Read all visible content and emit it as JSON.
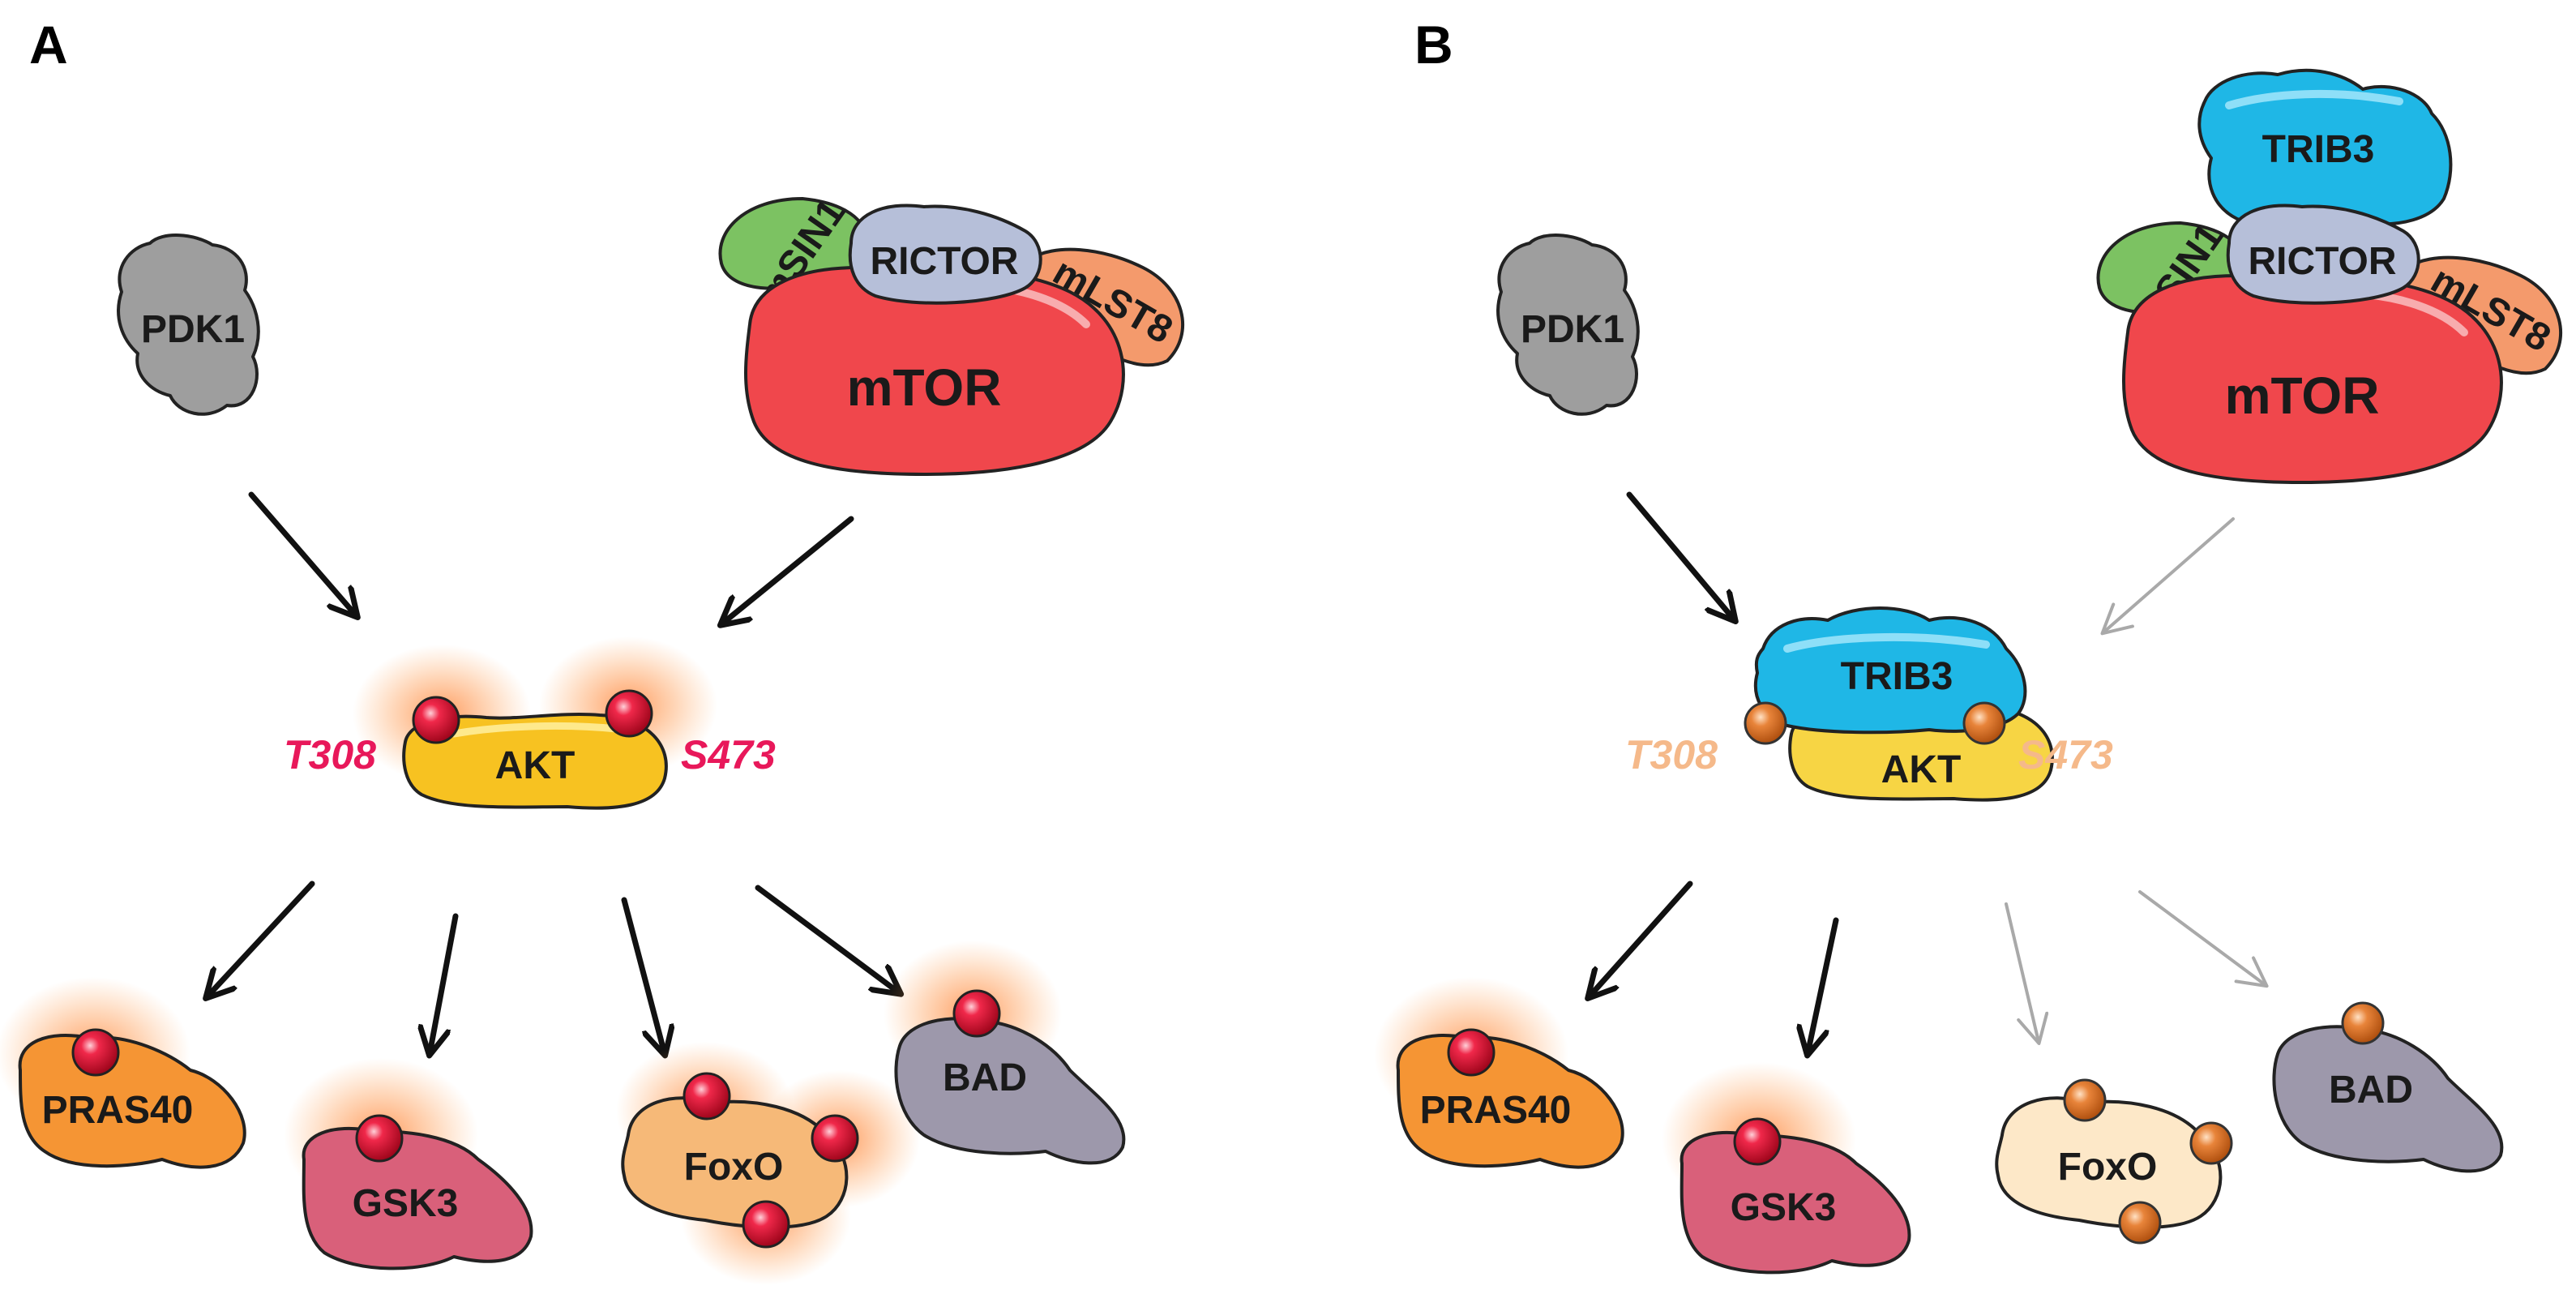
{
  "panels": {
    "a": {
      "label": "A",
      "pdk1": "PDK1",
      "msin1": "mSIN1",
      "rictor": "RICTOR",
      "mlst8": "mLST8",
      "mtor": "mTOR",
      "akt": "AKT",
      "t308": "T308",
      "s473": "S473",
      "pras40": "PRAS40",
      "gsk3": "GSK3",
      "foxo": "FoxO",
      "bad": "BAD"
    },
    "b": {
      "label": "B",
      "pdk1": "PDK1",
      "trib3_top": "TRIB3",
      "msin1": "mSIN1",
      "rictor": "RICTOR",
      "mlst8": "mLST8",
      "mtor": "mTOR",
      "trib3_akt": "TRIB3",
      "akt": "AKT",
      "t308": "T308",
      "s473": "S473",
      "pras40": "PRAS40",
      "gsk3": "GSK3",
      "foxo": "FoxO",
      "bad": "BAD"
    }
  },
  "colors": {
    "active_site": "#e8185a",
    "inactive_site": "#f5b98a",
    "phospho_active": "#e8203f",
    "phospho_inactive": "#e07b2c",
    "arrow_active": "#111111",
    "arrow_inactive": "#a9a9a9",
    "pdk1": "#9e9e9e",
    "mtor": "#f0474c",
    "rictor": "#b6bfd9",
    "msin1": "#7cc262",
    "mlst8": "#f49a6c",
    "trib3": "#1fb7e6",
    "akt": "#f7c221",
    "pras40": "#f59534",
    "gsk3": "#d9607a",
    "foxo_active": "#f6b978",
    "foxo_inactive": "#fde8c8",
    "bad": "#9d98ab"
  }
}
